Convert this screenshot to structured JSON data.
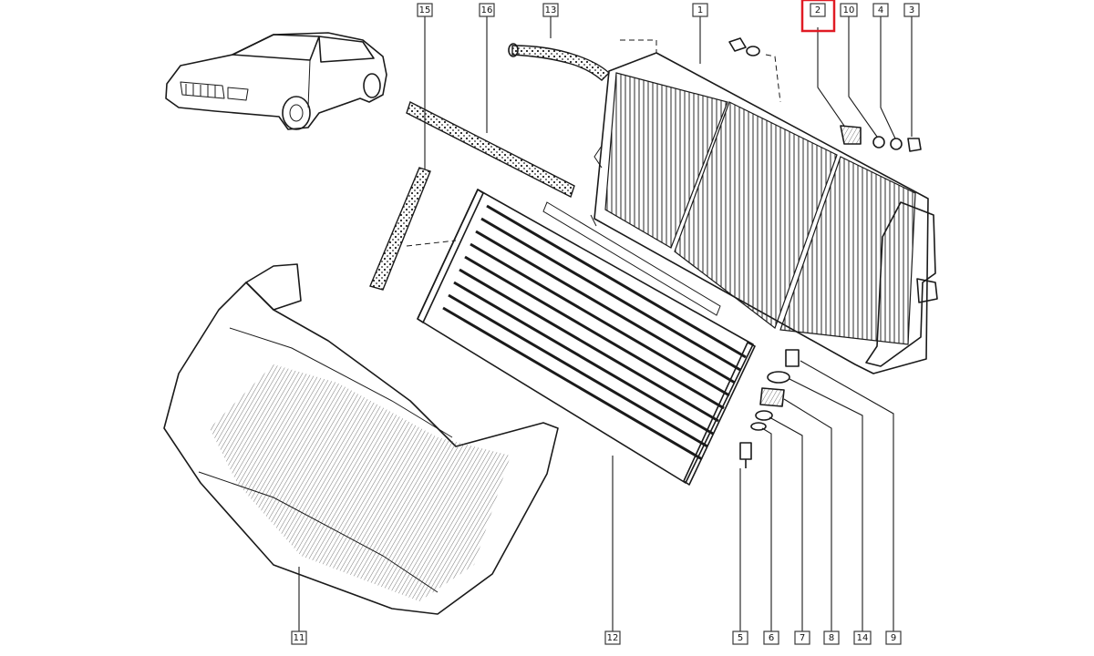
{
  "colors": {
    "ink": "#1a1a1a",
    "highlight": "#e01b24",
    "background": "#ffffff"
  },
  "highlighted_part": "2",
  "callouts": {
    "top": [
      "15",
      "16",
      "13",
      "1",
      "2",
      "10",
      "4",
      "3"
    ],
    "bottom": [
      "11",
      "12",
      "5",
      "6",
      "7",
      "8",
      "14",
      "9"
    ]
  },
  "parts": [
    {
      "label": "1",
      "component": "radiator"
    },
    {
      "label": "2",
      "component": "bleed-screw"
    },
    {
      "label": "3",
      "component": "nut"
    },
    {
      "label": "4",
      "component": "washer"
    },
    {
      "label": "5",
      "component": "bolt"
    },
    {
      "label": "6",
      "component": "washer"
    },
    {
      "label": "7",
      "component": "spacer"
    },
    {
      "label": "8",
      "component": "rubber-mount"
    },
    {
      "label": "9",
      "component": "sleeve"
    },
    {
      "label": "10",
      "component": "washer"
    },
    {
      "label": "11",
      "component": "lower-air-deflector"
    },
    {
      "label": "12",
      "component": "condenser"
    },
    {
      "label": "13",
      "component": "hose"
    },
    {
      "label": "14",
      "component": "mount-bushing"
    },
    {
      "label": "15",
      "component": "seal-strip"
    },
    {
      "label": "16",
      "component": "foam-strip"
    }
  ]
}
